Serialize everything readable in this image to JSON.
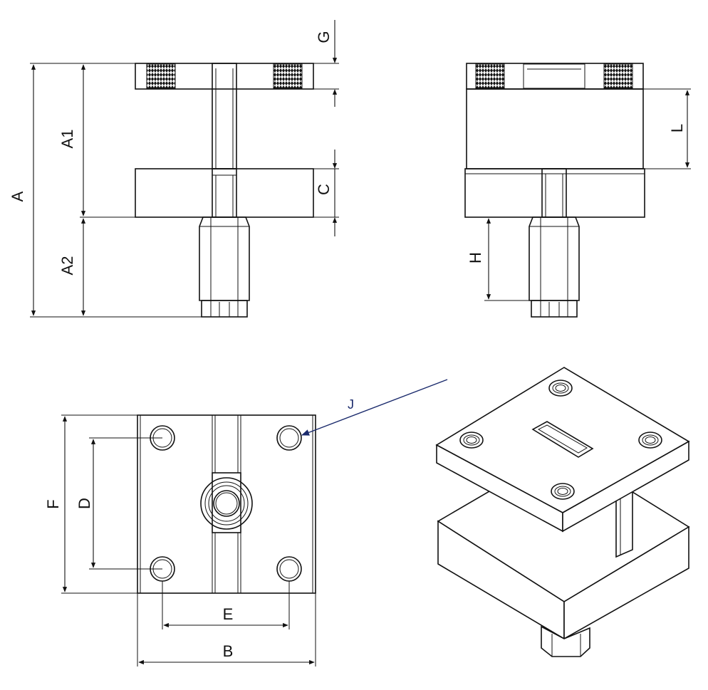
{
  "labels": {
    "A": "A",
    "A1": "A1",
    "A2": "A2",
    "B": "B",
    "C": "C",
    "D": "D",
    "E": "E",
    "F": "F",
    "G": "G",
    "H": "H",
    "J": "J",
    "L": "L"
  },
  "colors": {
    "line": "#111111",
    "leader": "#1a2a6c",
    "background": "#ffffff"
  }
}
